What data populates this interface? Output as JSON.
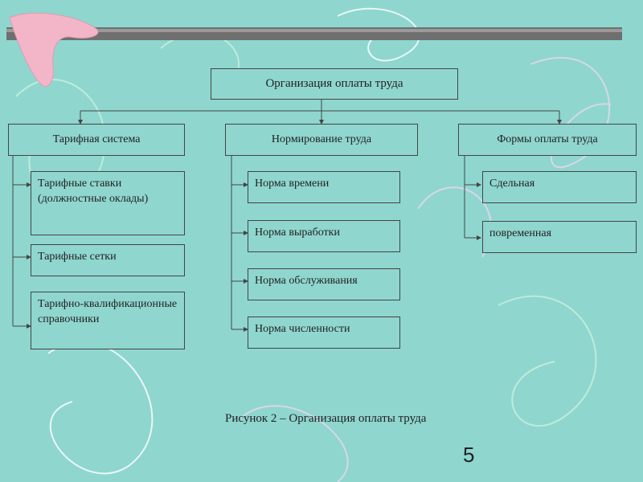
{
  "diagram": {
    "root": "Организация оплаты труда",
    "branches": [
      {
        "label": "Тарифная система",
        "items": [
          "Тарифные ставки (должностные оклады)",
          "Тарифные сетки",
          "Тарифно-квалификационные справочники"
        ]
      },
      {
        "label": "Нормирование труда",
        "items": [
          "Норма времени",
          "Норма выработки",
          "Норма обслуживания",
          "Норма численности"
        ]
      },
      {
        "label": "Формы оплаты труда",
        "items": [
          "Сдельная",
          "повременная"
        ]
      }
    ]
  },
  "caption": "Рисунок 2 – Организация оплаты труда",
  "page_number": "5",
  "colors": {
    "background": "#8fd6cf",
    "bar": "#6f6f6f",
    "boomerang": "#f3b6c8",
    "doodles": [
      "#c9f1dc",
      "#e9d7f0",
      "#ffffff"
    ]
  }
}
